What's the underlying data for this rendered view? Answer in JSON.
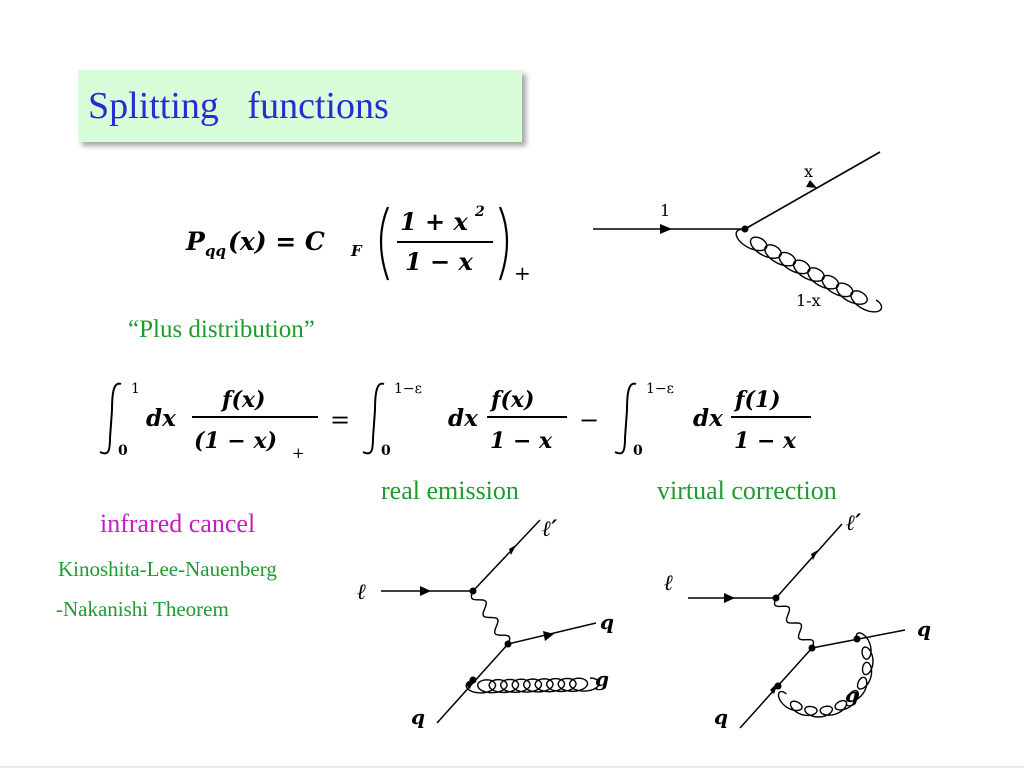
{
  "slide": {
    "title": "Splitting   functions",
    "plus_label": "“Plus distribution”",
    "real_label": "real emission",
    "virtual_label": "virtual correction",
    "infrared_label": "infrared cancel",
    "theorem_line1": "Kinoshita-Lee-Nauenberg",
    "theorem_line2": "-Nakanishi Theorem"
  },
  "formula1": {
    "lhs": "P",
    "lhs_sub": "qq",
    "arg": "(x) = C",
    "cf_sub": "F",
    "numerator": "1 + x",
    "num_sup": "2",
    "denominator": "1 − x",
    "plus": "+"
  },
  "splitting_diagram": {
    "in_label": "1",
    "out_label": "x",
    "gluon_label": "1-x"
  },
  "formula2": {
    "upper1": "1",
    "lower": "0",
    "dx": "dx",
    "frac1_num": "f(x)",
    "frac1_den": "(1 − x)",
    "frac1_sub": "+",
    "equals": "=",
    "upper_eps": "1−ε",
    "frac2_num": "f(x)",
    "frac2_den": "1 − x",
    "minus": "−",
    "frac3_num": "f(1)",
    "frac3_den": "1 − x"
  },
  "feynman_real": {
    "in_lepton": "ℓ",
    "out_lepton": "ℓ′",
    "out_quark": "q",
    "in_quark": "q",
    "gluon": "g"
  },
  "feynman_virtual": {
    "in_lepton": "ℓ",
    "out_lepton": "ℓ′",
    "out_quark": "q",
    "in_quark": "q",
    "gluon": "g"
  }
}
